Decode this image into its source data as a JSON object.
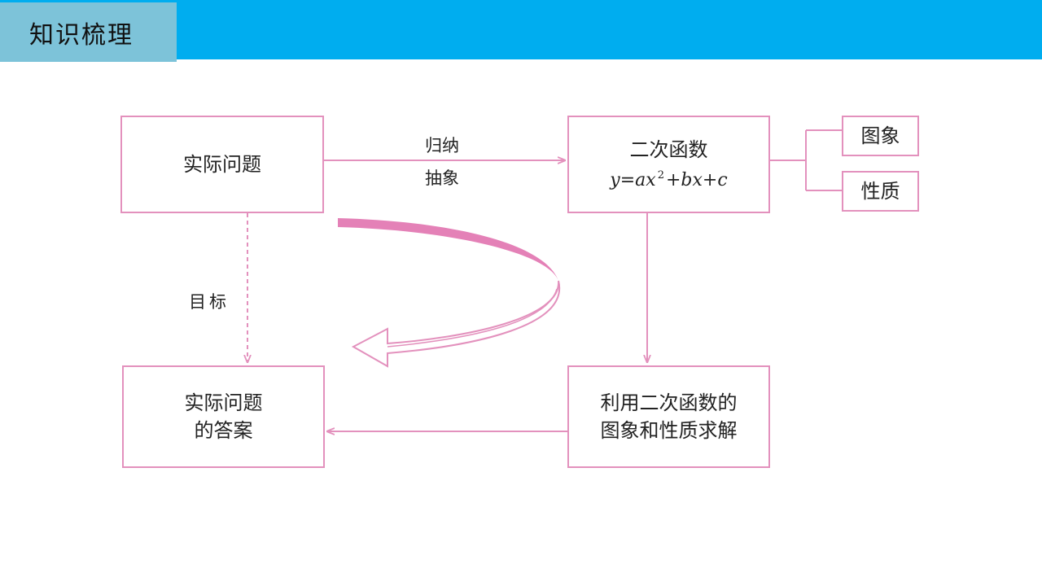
{
  "header": {
    "title": "知识梳理"
  },
  "boxes": {
    "practical_problem": "实际问题",
    "quadratic_title": "二次函数",
    "quadratic_formula": {
      "y": "y",
      "eq": "=",
      "a": "ax",
      "exp": "2",
      "plus1": "+",
      "b": "bx",
      "plus2": "+",
      "c": "c"
    },
    "graph": "图象",
    "property": "性质",
    "solve_line1": "利用二次函数的",
    "solve_line2": "图象和性质求解",
    "answer_line1": "实际问题",
    "answer_line2": "的答案"
  },
  "labels": {
    "induce": "归纳",
    "abstract": "抽象",
    "goal": "目标"
  },
  "colors": {
    "header_bar": "#00adef",
    "header_tab": "#7dc3d9",
    "box_border": "#e391bd",
    "curve_fill": "#e481b7"
  }
}
